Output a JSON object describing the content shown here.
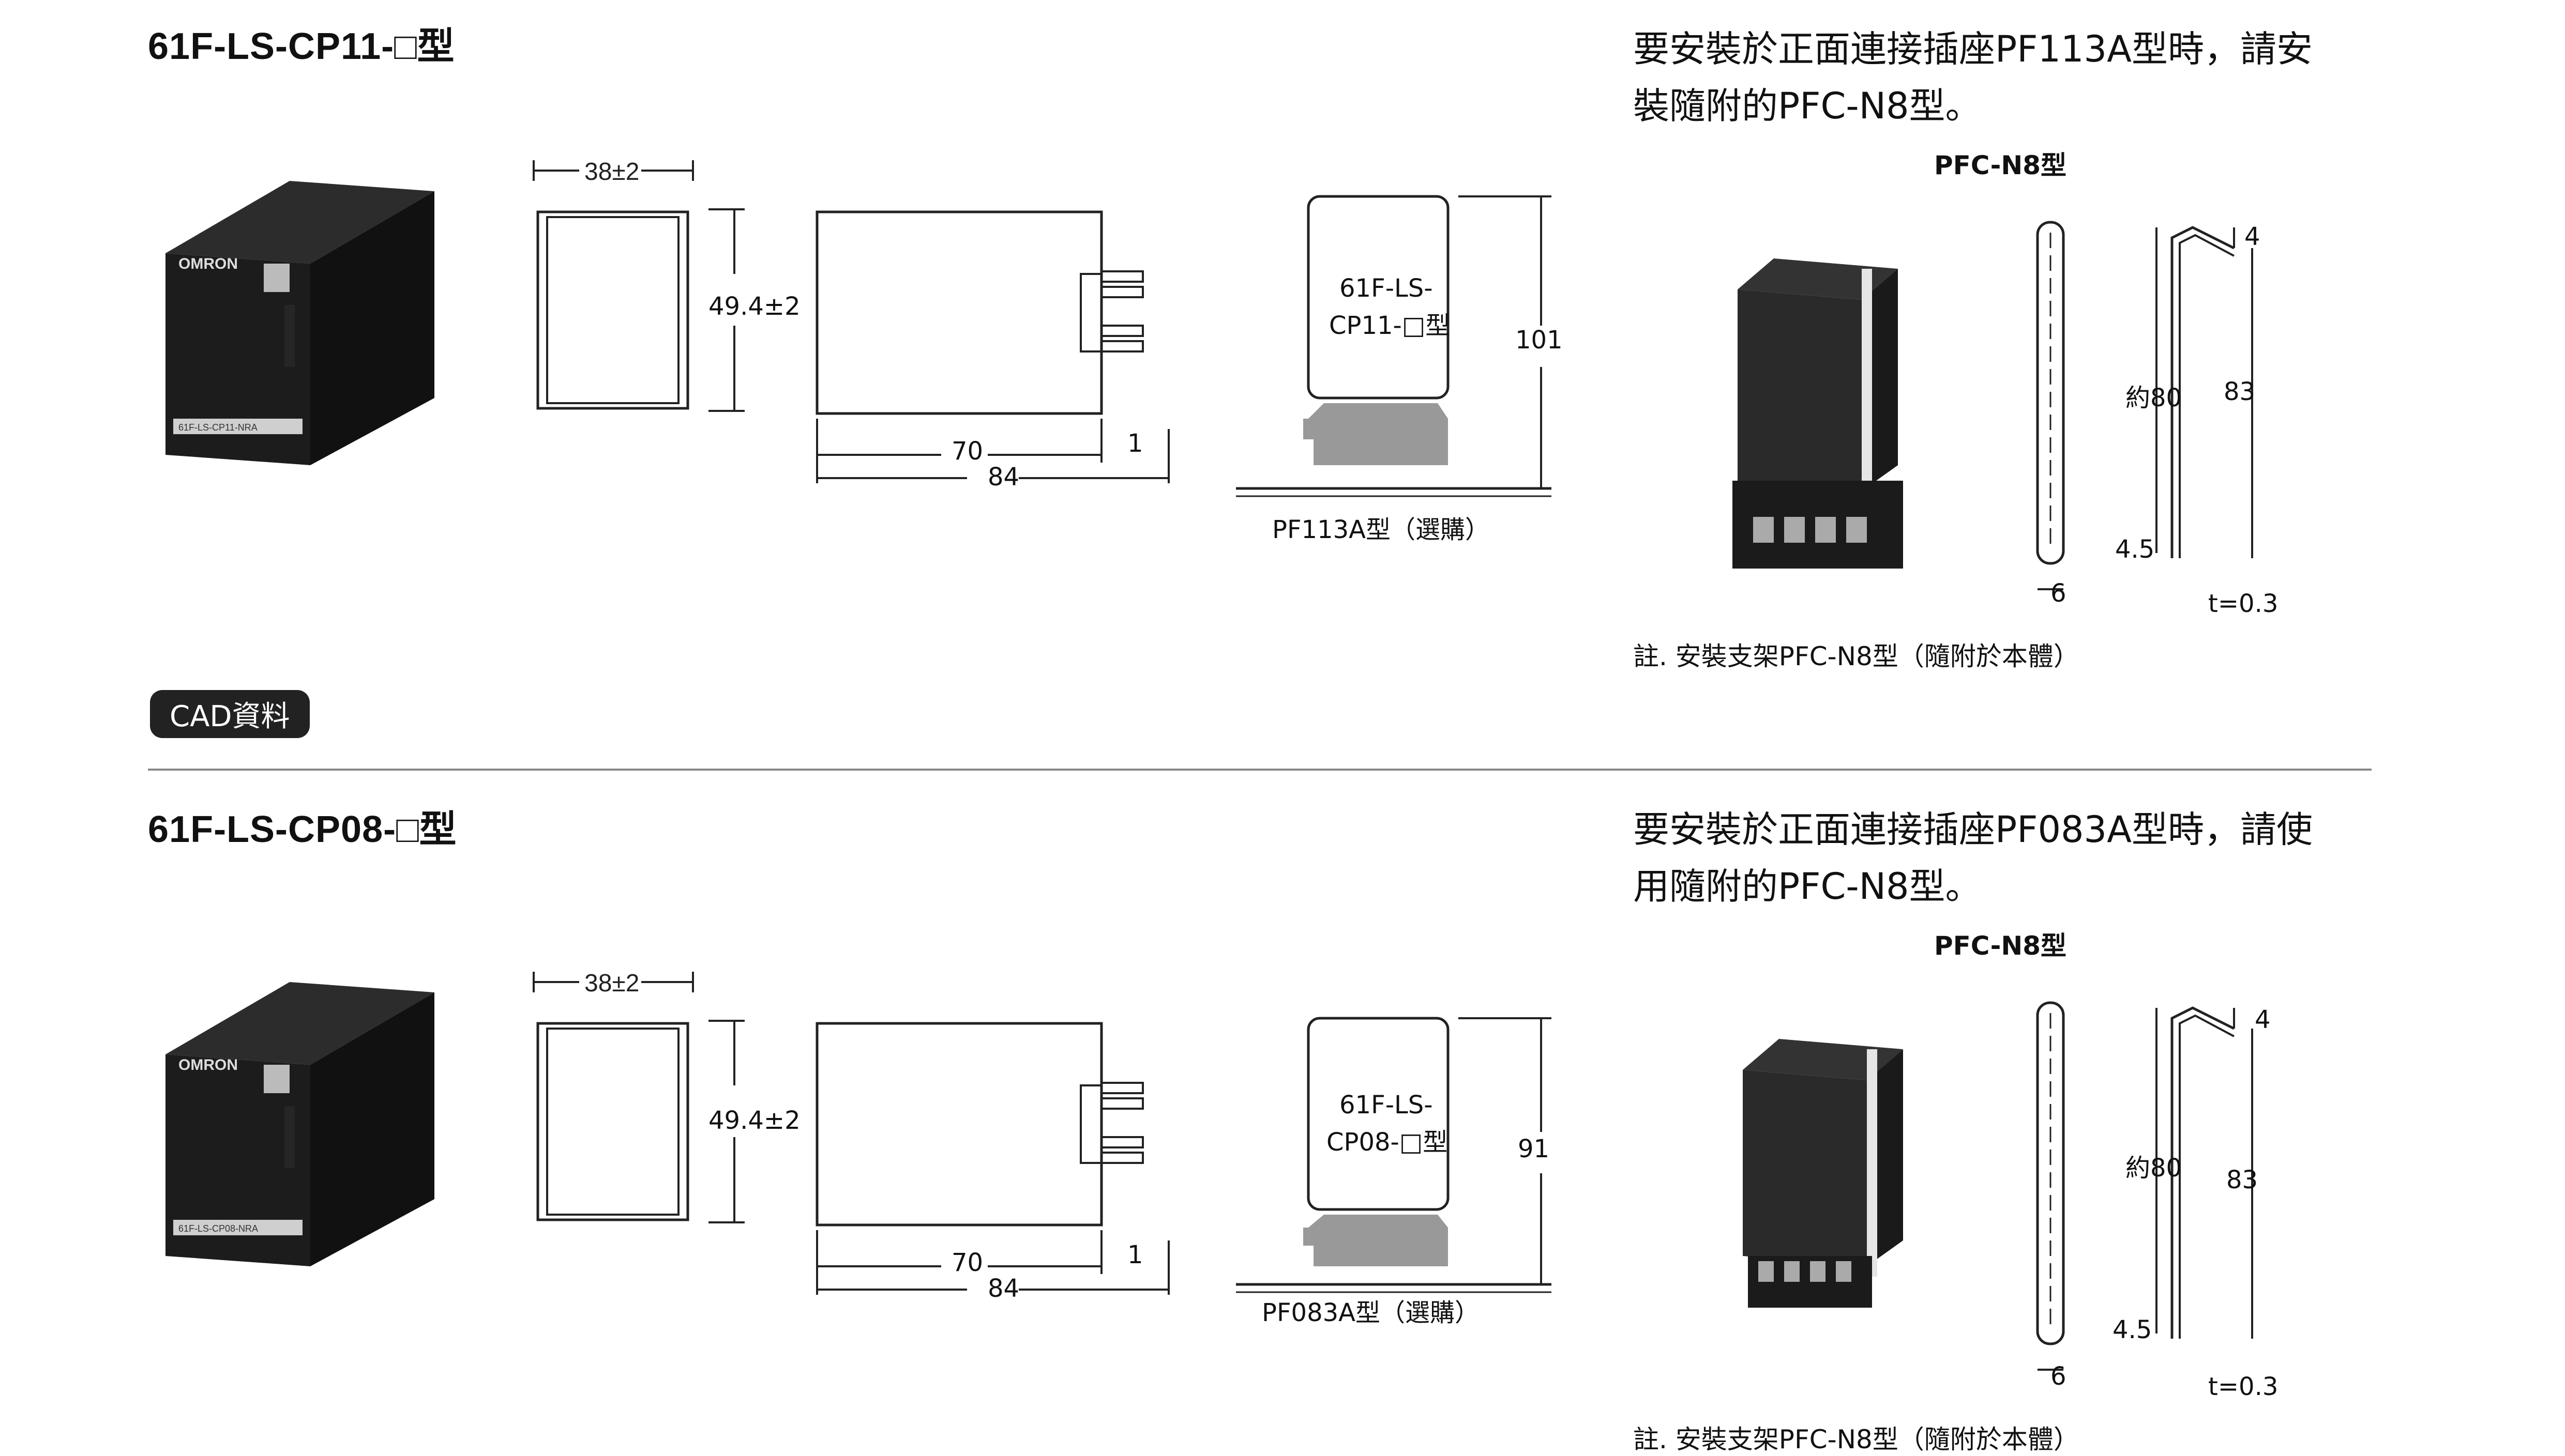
{
  "section1": {
    "title": "61F-LS-CP11-□型",
    "note_line1": "要安裝於正面連接插座PF113A型時，請安",
    "note_line2": "裝隨附的PFC-N8型。",
    "pfc_title": "PFC-N8型",
    "footnote": "註. 安裝支架PFC-N8型（隨附於本體）",
    "dims": {
      "width": "38±2",
      "height": "49.4±2",
      "depth_body": "70",
      "depth_total": "84",
      "pin": "1",
      "mounted_height": "101"
    },
    "label_unit": "61F-LS-",
    "label_unit2": "CP11-□型",
    "socket_label": "PF113A型（選購）",
    "product_label": "61F-LS-CP11-NRA",
    "bracket": {
      "top": "4",
      "approx": "約80",
      "height": "83",
      "bottom": "4.5",
      "width": "6",
      "thickness": "t=0.3"
    }
  },
  "cad_button": "CAD資料",
  "section2": {
    "title": "61F-LS-CP08-□型",
    "note_line1": "要安裝於正面連接插座PF083A型時，請使",
    "note_line2": "用隨附的PFC-N8型。",
    "pfc_title": "PFC-N8型",
    "footnote": "註. 安裝支架PFC-N8型（隨附於本體）",
    "dims": {
      "width": "38±2",
      "height": "49.4±2",
      "depth_body": "70",
      "depth_total": "84",
      "pin": "1",
      "mounted_height": "91"
    },
    "label_unit": "61F-LS-",
    "label_unit2": "CP08-□型",
    "socket_label": "PF083A型（選購）",
    "product_label": "61F-LS-CP08-NRA",
    "bracket": {
      "top": "4",
      "approx": "約80",
      "height": "83",
      "bottom": "4.5",
      "width": "6",
      "thickness": "t=0.3"
    }
  },
  "brand": "OMRON",
  "colors": {
    "product_dark": "#1c1c1c",
    "socket_gray": "#9a9a9a",
    "cad_bg": "#222222"
  }
}
